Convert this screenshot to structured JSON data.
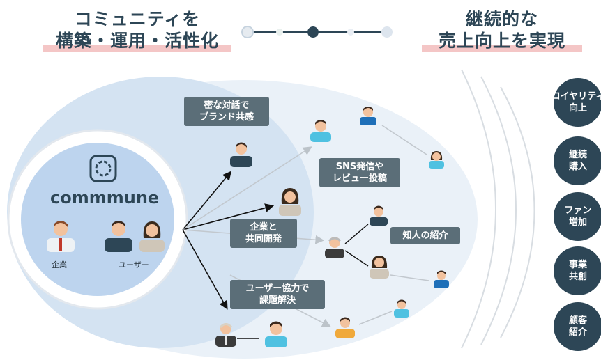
{
  "left_heading": {
    "line1": "コミュニティを",
    "line2": "構築・運用・活性化"
  },
  "right_heading": {
    "line1": "継続的な",
    "line2": "売上向上を実現"
  },
  "brand": {
    "name": "commmune"
  },
  "person_labels": {
    "company": "企業",
    "user": "ユーザー"
  },
  "boxes": {
    "dialogue": {
      "line1": "密な対話で",
      "line2": "ブランド共感"
    },
    "sns": {
      "line1": "SNS発信や",
      "line2": "レビュー投稿"
    },
    "codev": {
      "line1": "企業と",
      "line2": "共同開発"
    },
    "referral": {
      "line1": "知人の紹介"
    },
    "coop": {
      "line1": "ユーザー協力で",
      "line2": "課題解決"
    }
  },
  "outcomes": [
    {
      "line1": "ロイヤリティ",
      "line2": "向上"
    },
    {
      "line1": "継続",
      "line2": "購入"
    },
    {
      "line1": "ファン",
      "line2": "増加"
    },
    {
      "line1": "事業",
      "line2": "共創"
    },
    {
      "line1": "顧客",
      "line2": "紹介"
    }
  ],
  "colors": {
    "navy": "#2d4656",
    "label_bg": "#5b6e78",
    "accent_pink": "#f4c6c6",
    "light_blue": "#cfe0f0"
  }
}
